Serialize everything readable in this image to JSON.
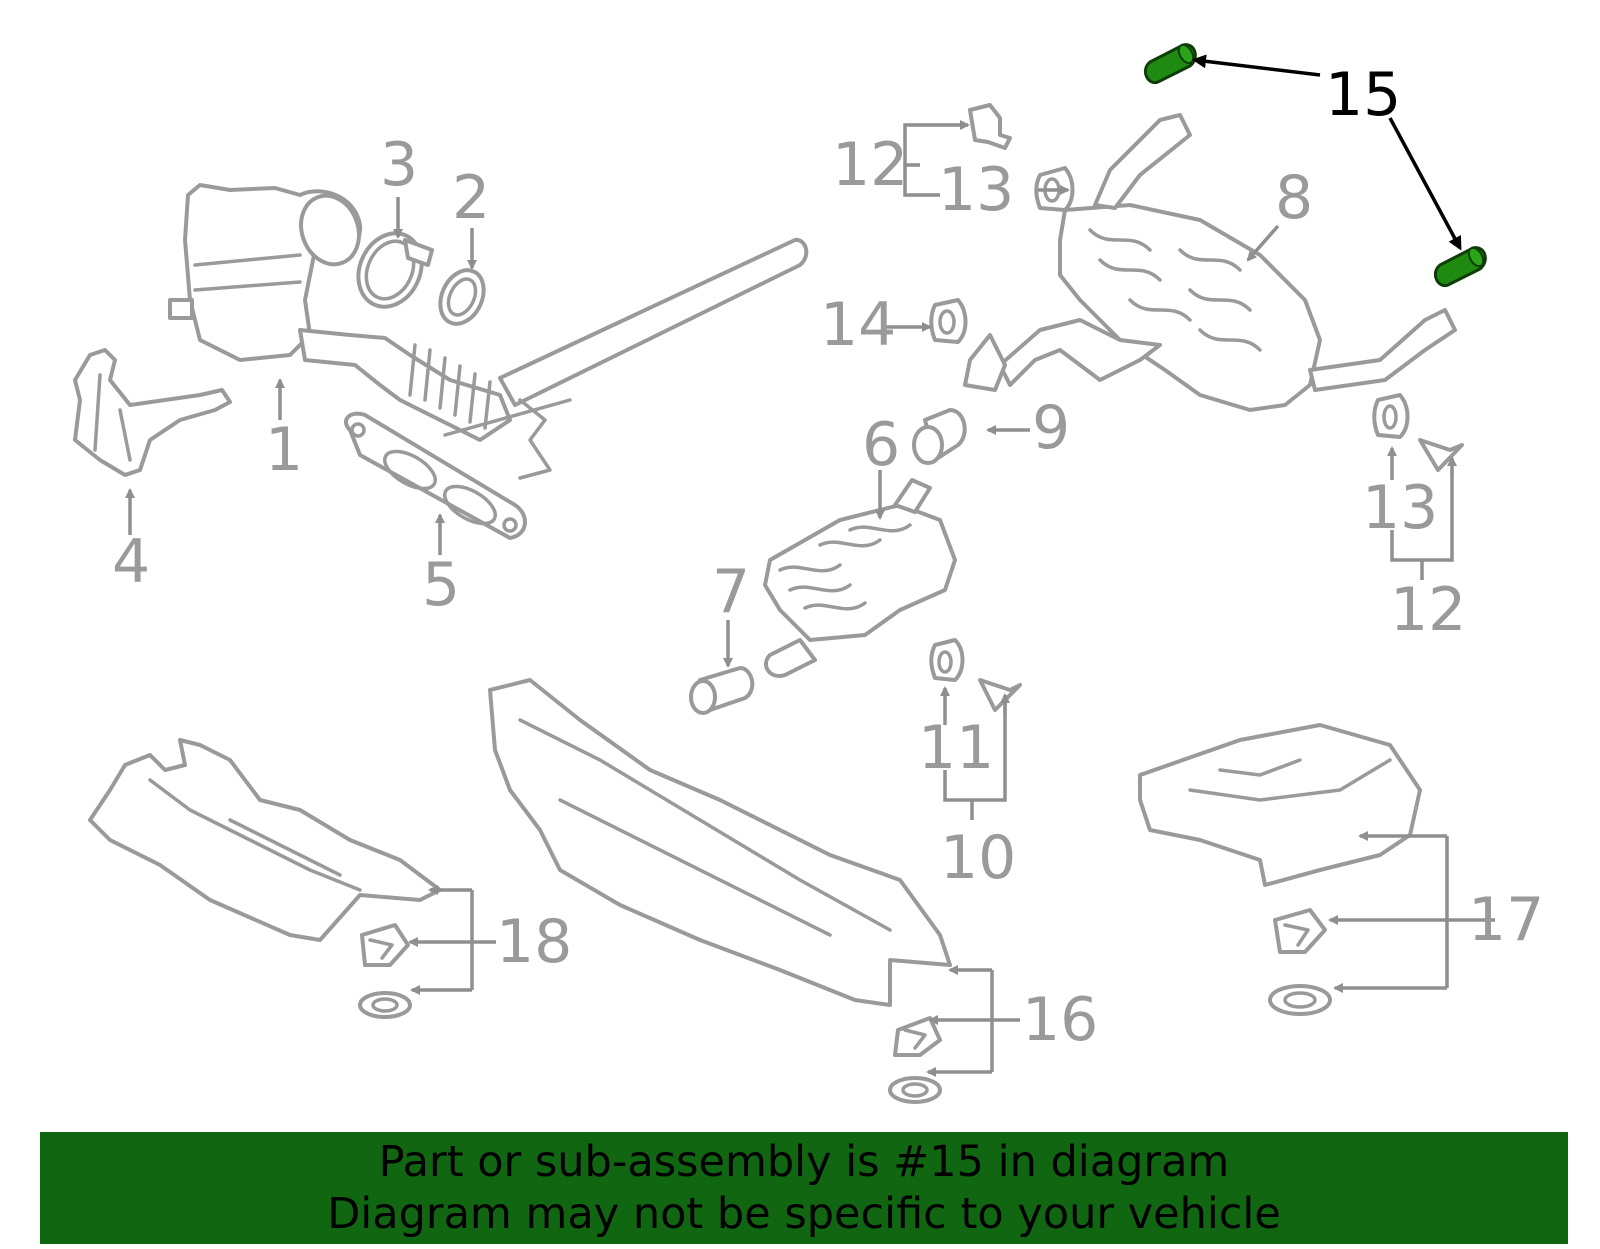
{
  "callouts": {
    "c1": "1",
    "c2": "2",
    "c3": "3",
    "c4": "4",
    "c5": "5",
    "c6": "6",
    "c7": "7",
    "c8": "8",
    "c9": "9",
    "c10": "10",
    "c11": "11",
    "c12a": "12",
    "c12b": "12",
    "c13a": "13",
    "c13b": "13",
    "c14": "14",
    "c15": "15",
    "c16": "16",
    "c17": "17",
    "c18": "18"
  },
  "highlight": {
    "part_number": "15",
    "color": "#1f8a10"
  },
  "banner": {
    "line1": "Part or sub-assembly is #15 in diagram",
    "line2": "Diagram may not be specific to your vehicle",
    "background": "#116611"
  }
}
